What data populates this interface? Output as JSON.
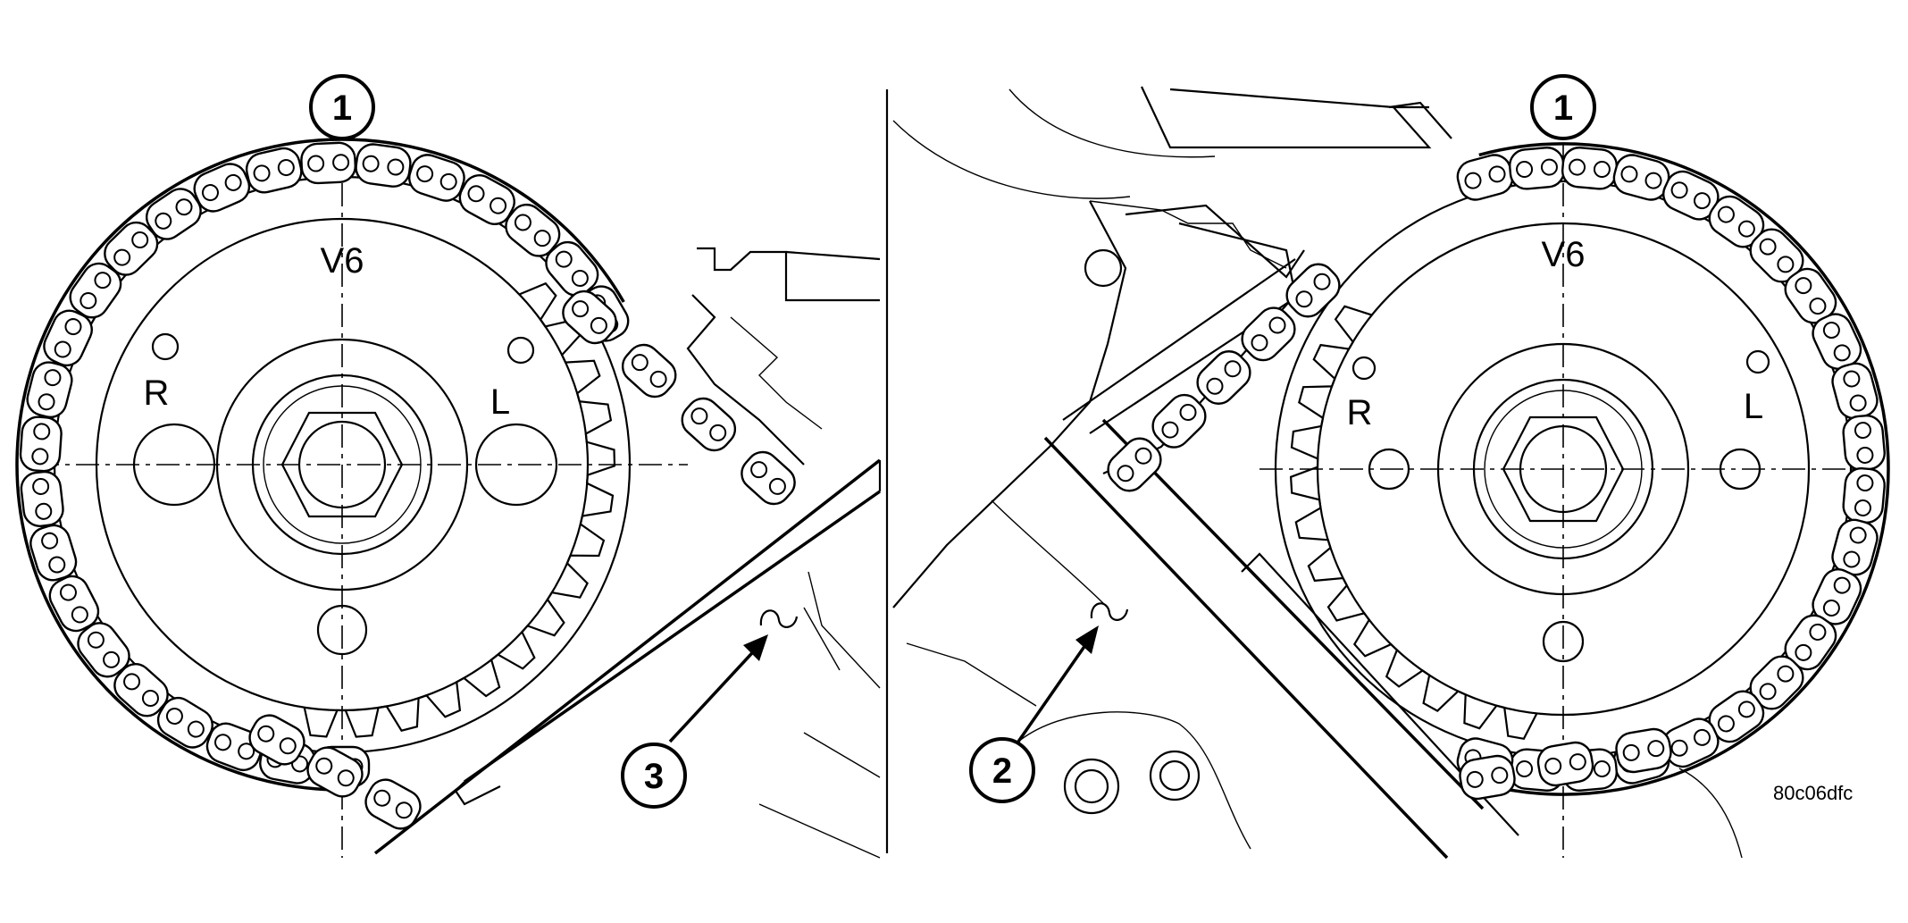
{
  "figure": {
    "reference_code": "80c06dfc",
    "left_view": {
      "sprocket_labels": {
        "top": "V6",
        "left": "R",
        "right": "L"
      },
      "callouts": [
        "1",
        "3"
      ]
    },
    "right_view": {
      "sprocket_labels": {
        "top": "V6",
        "left": "R",
        "right": "L"
      },
      "callouts": [
        "1",
        "2"
      ]
    }
  }
}
